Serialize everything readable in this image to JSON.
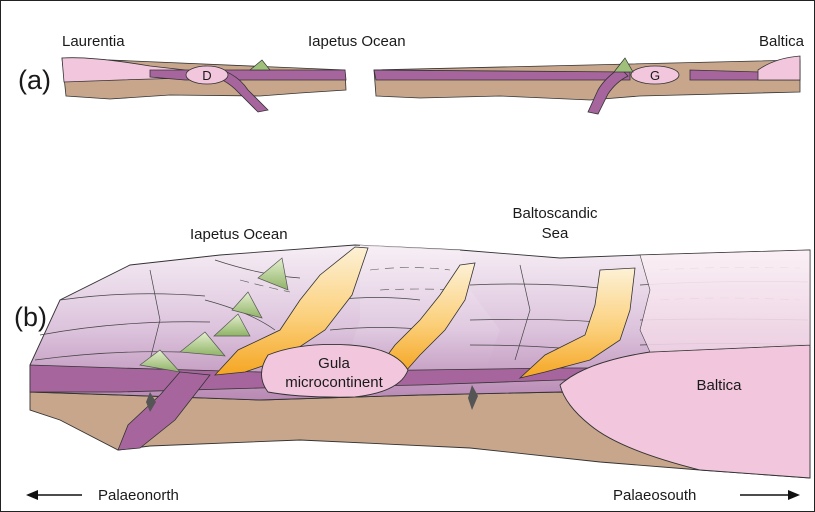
{
  "panel_a": {
    "tag": "(a)",
    "laurentia": "Laurentia",
    "iapetus": "Iapetus Ocean",
    "baltica": "Baltica",
    "terrane_d": "D",
    "terrane_g": "G"
  },
  "panel_b": {
    "tag": "(b)",
    "iapetus": "Iapetus Ocean",
    "baltoscandic_line1": "Baltoscandic",
    "baltoscandic_line2": "Sea",
    "gula_line1": "Gula",
    "gula_line2": "microcontinent",
    "baltica": "Baltica"
  },
  "directions": {
    "north": "Palaeonorth",
    "south": "Palaeosouth"
  },
  "colors": {
    "crust_pink": "#f2c6dc",
    "ocean_purple": "#a7659d",
    "mantle_tan": "#c7a68b",
    "sediment_orange": "#f7b544",
    "arc_green": "#9fc07a"
  }
}
